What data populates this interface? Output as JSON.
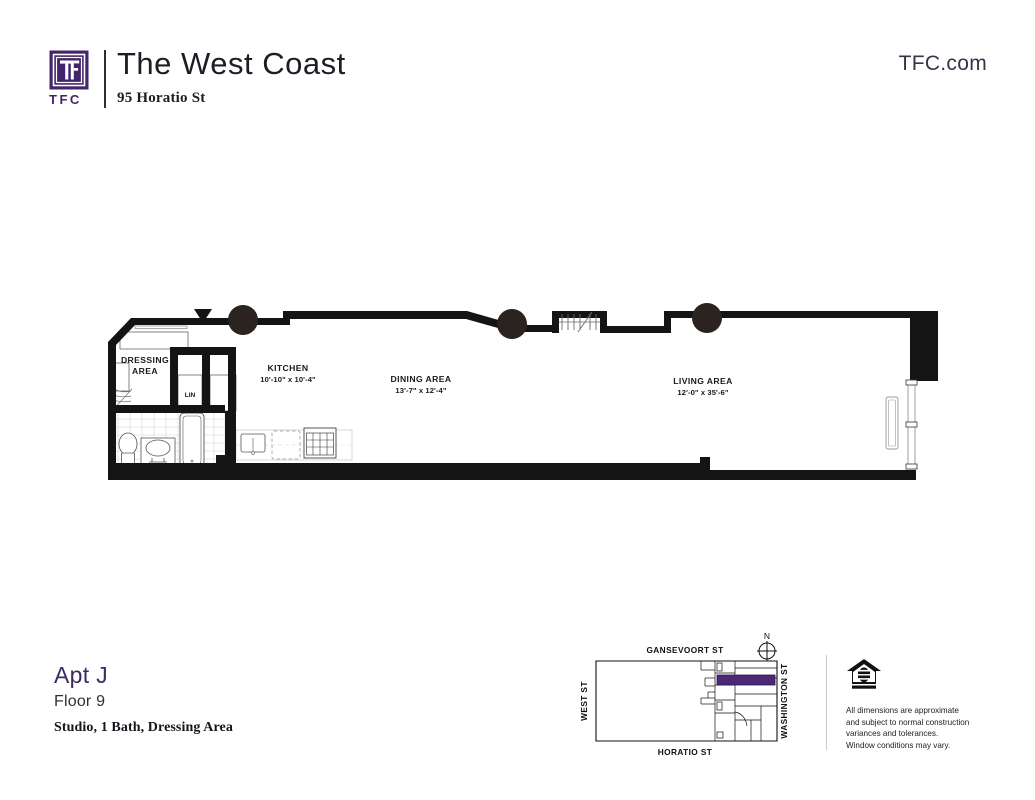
{
  "header": {
    "logo_mark": "tfc-monogram",
    "logo_word": "TFC",
    "title": "The West Coast",
    "address": "95 Horatio St",
    "site_url": "TFC.com"
  },
  "floorplan": {
    "rooms": [
      {
        "name": "DRESSING AREA",
        "line1": "DRESSING",
        "line2": "AREA",
        "dims": ""
      },
      {
        "name": "KITCHEN",
        "line1": "KITCHEN",
        "dims": "10'-10\" x 10'-4\""
      },
      {
        "name": "DINING AREA",
        "line1": "DINING AREA",
        "dims": "13'-7\" x 12'-4\""
      },
      {
        "name": "LIVING AREA",
        "line1": "LIVING AREA",
        "dims": "12'-0\" x 35'-6\""
      }
    ],
    "closet_label": "LIN",
    "markers": {
      "entry": "entry-triangle-marker",
      "columns": 3,
      "stair": "stair-symbol"
    }
  },
  "footer": {
    "apt": "Apt J",
    "floor": "Floor 9",
    "description": "Studio, 1 Bath, Dressing Area",
    "disclaimer": [
      "All dimensions are approximate",
      "and subject to normal construction",
      "variances and tolerances.",
      "Window conditions may vary."
    ],
    "eho_icon": "equal-housing-opportunity-icon"
  },
  "sitemap": {
    "north_label": "N",
    "streets": {
      "top": "GANSEVOORT ST",
      "bottom": "HORATIO ST",
      "left": "WEST ST",
      "right": "WASHINGTON ST"
    },
    "highlight_color": "#4a2a77"
  },
  "colors": {
    "brand_purple": "#43256b",
    "apt_purple": "#3d2b63",
    "ink": "#1a1a1a",
    "wall": "#141414"
  }
}
